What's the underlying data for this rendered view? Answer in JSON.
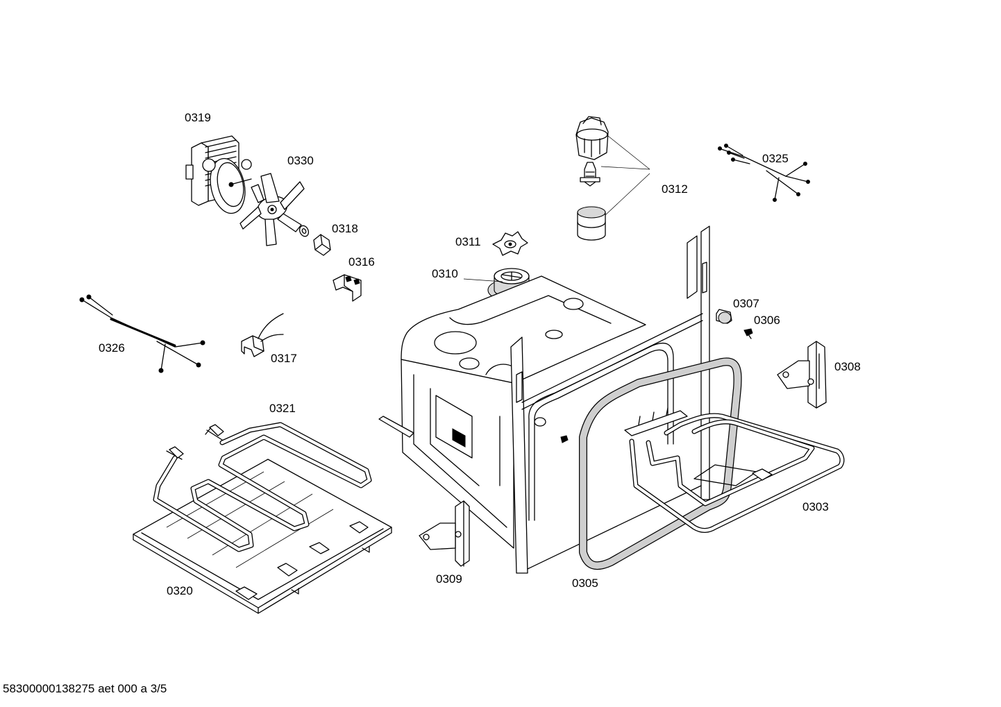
{
  "footer": {
    "document_code": "58300000138275 aet 000 a 3/5"
  },
  "parts": {
    "p0319": "0319",
    "p0330": "0330",
    "p0318": "0318",
    "p0311": "0311",
    "p0316": "0316",
    "p0310": "0310",
    "p0312": "0312",
    "p0325": "0325",
    "p0307": "0307",
    "p0306": "0306",
    "p0308": "0308",
    "p0326": "0326",
    "p0317": "0317",
    "p0321": "0321",
    "p0320": "0320",
    "p0309": "0309",
    "p0305": "0305",
    "p0303": "0303"
  }
}
